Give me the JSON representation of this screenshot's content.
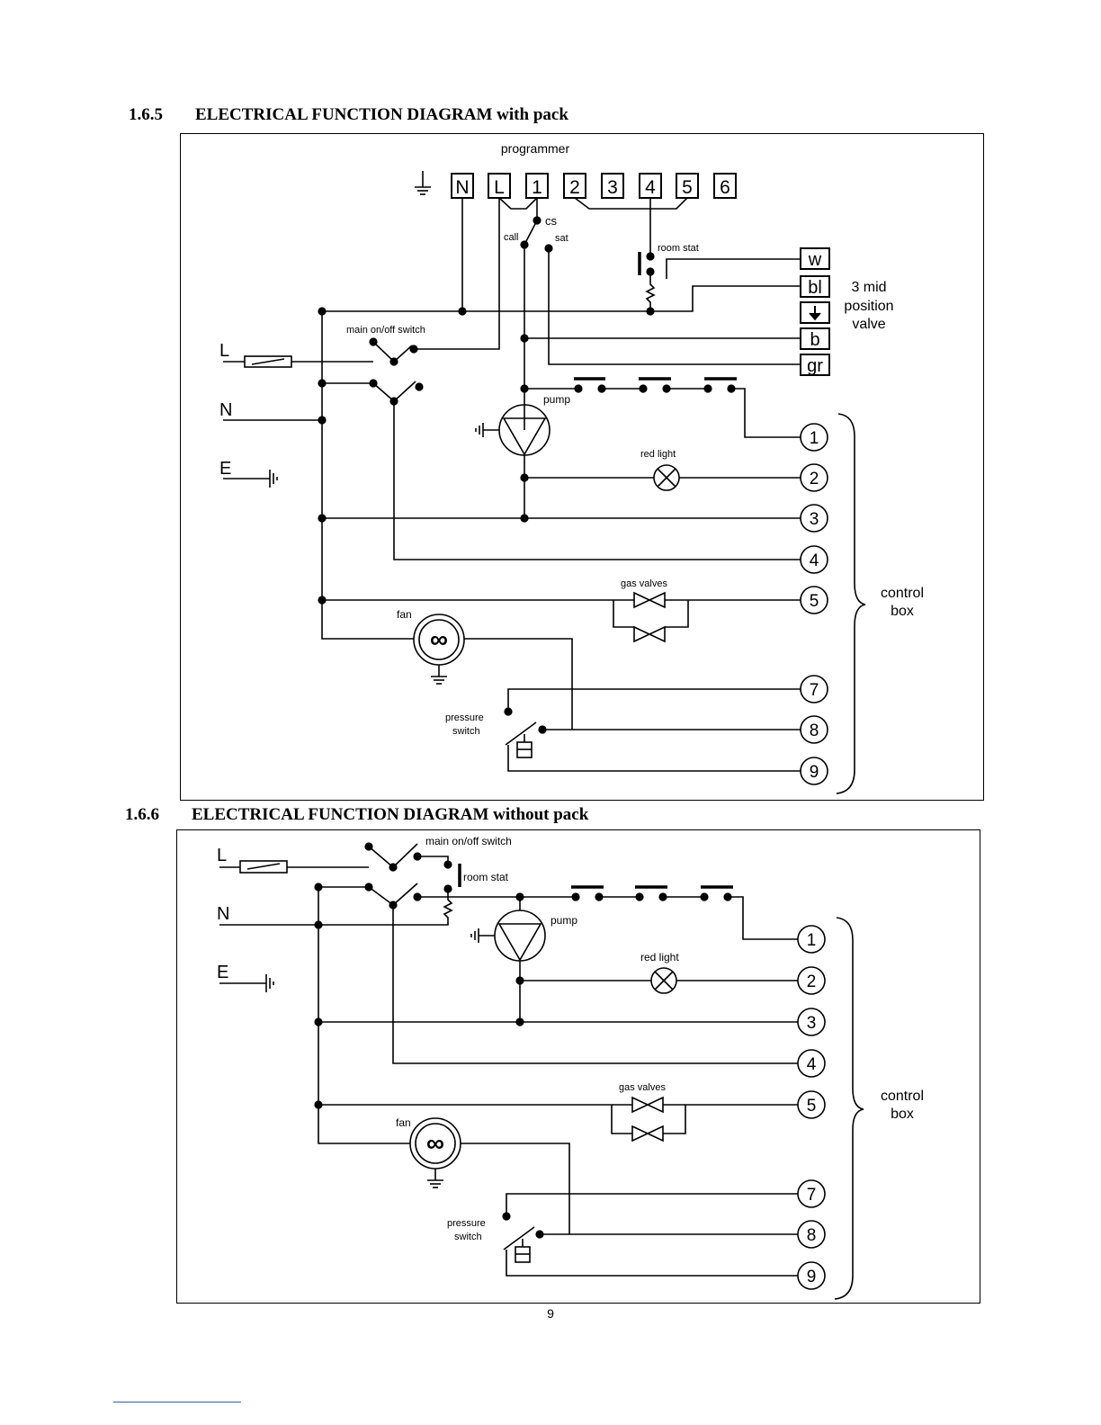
{
  "section_a": {
    "number": "1.6.5",
    "title": "ELECTRICAL FUNCTION DIAGRAM with pack",
    "programmer_label": "programmer",
    "terminals": [
      "N",
      "L",
      "1",
      "2",
      "3",
      "4",
      "5",
      "6"
    ],
    "cs_label": "cs",
    "call_label": "call",
    "sat_label": "sat",
    "room_stat_label": "room stat",
    "main_switch_label": "main on/off switch",
    "pump_label": "pump",
    "red_light_label": "red light",
    "gas_valves_label": "gas valves",
    "fan_label": "fan",
    "pressure_switch_label": [
      "pressure",
      "switch"
    ],
    "supply_labels": [
      "L",
      "N",
      "E"
    ],
    "valve_terminals": [
      "w",
      "bl",
      "b",
      "gr"
    ],
    "valve_label": [
      "3 mid",
      "position",
      "valve"
    ],
    "control_box_terminals": [
      "1",
      "2",
      "3",
      "4",
      "5",
      "7",
      "8",
      "9"
    ],
    "control_box_label": [
      "control",
      "box"
    ]
  },
  "section_b": {
    "number": "1.6.6",
    "title": "ELECTRICAL FUNCTION DIAGRAM without pack",
    "main_switch_label": "main on/off switch",
    "room_stat_label": "room stat",
    "pump_label": "pump",
    "red_light_label": "red light",
    "gas_valves_label": "gas valves",
    "fan_label": "fan",
    "pressure_switch_label": [
      "pressure",
      "switch"
    ],
    "supply_labels": [
      "L",
      "N",
      "E"
    ],
    "control_box_terminals": [
      "1",
      "2",
      "3",
      "4",
      "5",
      "7",
      "8",
      "9"
    ],
    "control_box_label": [
      "control",
      "box"
    ]
  },
  "page_number": "9"
}
